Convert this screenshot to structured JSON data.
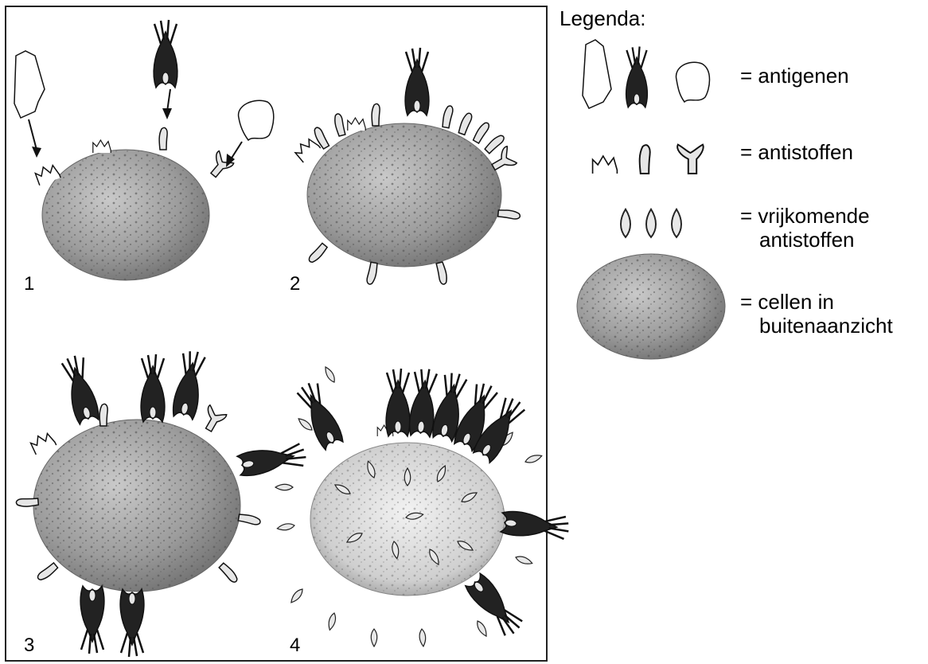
{
  "panels": [
    {
      "label": "1"
    },
    {
      "label": "2"
    },
    {
      "label": "3"
    },
    {
      "label": "4"
    }
  ],
  "legend": {
    "title": "Legenda:",
    "entries": [
      {
        "text": "= antigenen",
        "icon": "antigen-icons"
      },
      {
        "text": "= antistoffen",
        "icon": "antibody-icons"
      },
      {
        "text": "= vrijkomende antistoffen",
        "line1": "= vrijkomende",
        "line2": "antistoffen",
        "icon": "released-antibody-icons"
      },
      {
        "text": "= cellen in buitenaanzicht",
        "line1": "= cellen in",
        "line2": "buitenaanzicht",
        "icon": "cell-icon"
      }
    ]
  },
  "colors": {
    "cell_fill": "#9a9a9a",
    "cell_dark": "#6e6e6e",
    "antigen_dark": "#222222",
    "antibody_fill": "#e6e6e6",
    "line": "#111111"
  }
}
